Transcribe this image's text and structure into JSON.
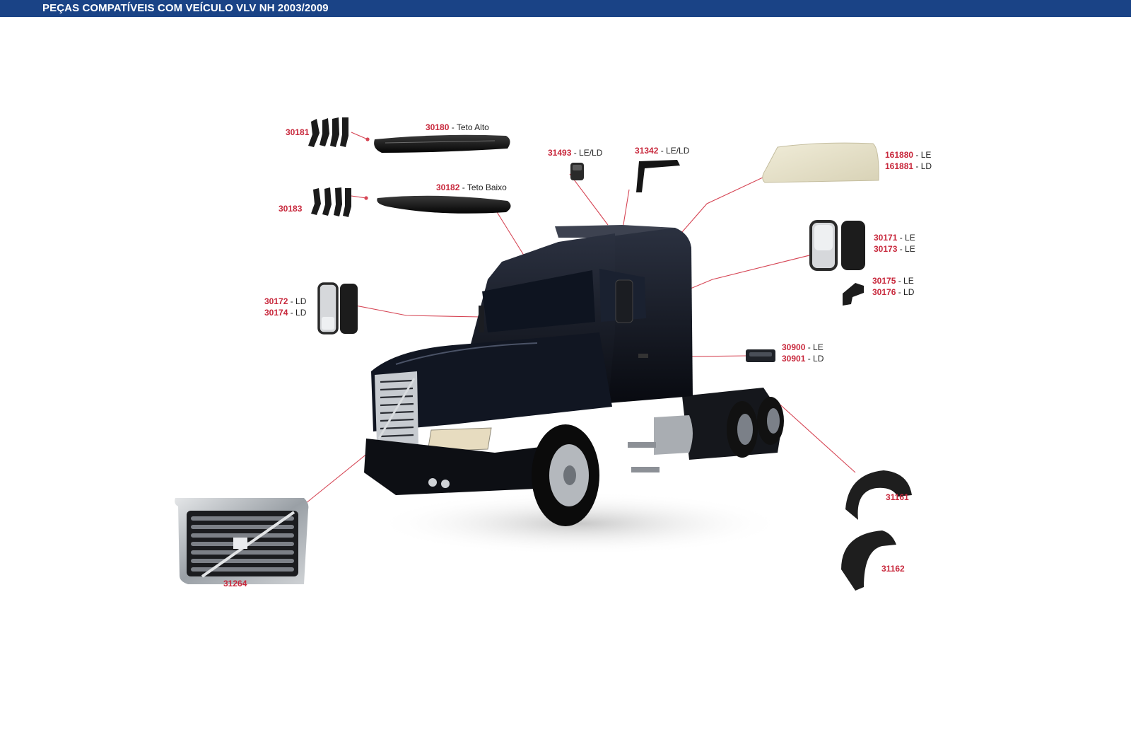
{
  "header": {
    "title": "PEÇAS COMPATÍVEIS COM VEÍCULO VLV NH 2003/2009"
  },
  "colors": {
    "header_bg": "#1a4386",
    "code": "#c8283c",
    "leader_line": "#d64655"
  },
  "parts": [
    {
      "id": "p30181",
      "code": "30181",
      "suffix": "",
      "icon": "roof-bracket-set-icon"
    },
    {
      "id": "p30180",
      "code": "30180",
      "suffix": " - Teto Alto",
      "icon": "sun-visor-high-roof-icon"
    },
    {
      "id": "p30183",
      "code": "30183",
      "suffix": "",
      "icon": "roof-bracket-set-icon"
    },
    {
      "id": "p30182",
      "code": "30182",
      "suffix": " - Teto Baixo",
      "icon": "sun-visor-low-roof-icon"
    },
    {
      "id": "p31493",
      "code": "31493",
      "suffix": " - LE/LD",
      "icon": "marker-lamp-icon"
    },
    {
      "id": "p31342",
      "code": "31342",
      "suffix": " - LE/LD",
      "icon": "pillar-trim-icon"
    },
    {
      "id": "p161880",
      "code": "161880",
      "suffix": " - LE",
      "icon": "roof-deflector-icon"
    },
    {
      "id": "p161881",
      "code": "161881",
      "suffix": " - LD",
      "icon": "roof-deflector-icon"
    },
    {
      "id": "p30171",
      "code": "30171",
      "suffix": " - LE",
      "icon": "mirror-icon"
    },
    {
      "id": "p30173",
      "code": "30173",
      "suffix": " - LE",
      "icon": "mirror-icon"
    },
    {
      "id": "p30175",
      "code": "30175",
      "suffix": " - LE",
      "icon": "mirror-bracket-icon"
    },
    {
      "id": "p30176",
      "code": "30176",
      "suffix": " - LD",
      "icon": "mirror-bracket-icon"
    },
    {
      "id": "p30172",
      "code": "30172",
      "suffix": " - LD",
      "icon": "mirror-icon"
    },
    {
      "id": "p30174",
      "code": "30174",
      "suffix": " - LD",
      "icon": "mirror-icon"
    },
    {
      "id": "p30900",
      "code": "30900",
      "suffix": " - LE",
      "icon": "door-handle-icon"
    },
    {
      "id": "p30901",
      "code": "30901",
      "suffix": " - LD",
      "icon": "door-handle-icon"
    },
    {
      "id": "p31161",
      "code": "31161",
      "suffix": "",
      "icon": "fender-icon"
    },
    {
      "id": "p31162",
      "code": "31162",
      "suffix": "",
      "icon": "fender-icon"
    },
    {
      "id": "p31264",
      "code": "31264",
      "suffix": "",
      "icon": "front-grille-icon"
    }
  ]
}
